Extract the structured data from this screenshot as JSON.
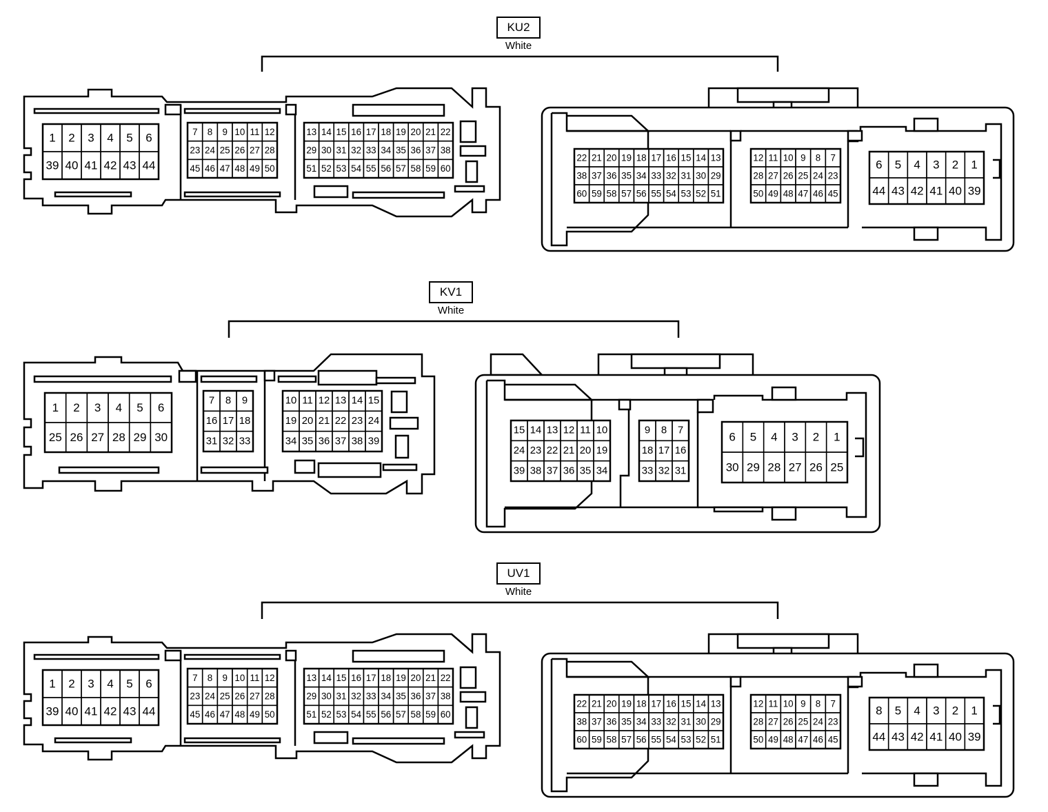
{
  "connectors": [
    {
      "id": "KU2",
      "color": "White",
      "male": [
        {
          "cols": 6,
          "rows": [
            [
              "1",
              "2",
              "3",
              "4",
              "5",
              "6"
            ],
            [
              "39",
              "40",
              "41",
              "42",
              "43",
              "44"
            ]
          ]
        },
        {
          "cols": 6,
          "rows": [
            [
              "7",
              "8",
              "9",
              "10",
              "11",
              "12"
            ],
            [
              "23",
              "24",
              "25",
              "26",
              "27",
              "28"
            ],
            [
              "45",
              "46",
              "47",
              "48",
              "49",
              "50"
            ]
          ]
        },
        {
          "cols": 10,
          "rows": [
            [
              "13",
              "14",
              "15",
              "16",
              "17",
              "18",
              "19",
              "20",
              "21",
              "22"
            ],
            [
              "29",
              "30",
              "31",
              "32",
              "33",
              "34",
              "35",
              "36",
              "37",
              "38"
            ],
            [
              "51",
              "52",
              "53",
              "54",
              "55",
              "56",
              "57",
              "58",
              "59",
              "60"
            ]
          ]
        }
      ],
      "female": [
        {
          "cols": 10,
          "rows": [
            [
              "22",
              "21",
              "20",
              "19",
              "18",
              "17",
              "16",
              "15",
              "14",
              "13"
            ],
            [
              "38",
              "37",
              "36",
              "35",
              "34",
              "33",
              "32",
              "31",
              "30",
              "29"
            ],
            [
              "60",
              "59",
              "58",
              "57",
              "56",
              "55",
              "54",
              "53",
              "52",
              "51"
            ]
          ]
        },
        {
          "cols": 6,
          "rows": [
            [
              "12",
              "11",
              "10",
              "9",
              "8",
              "7"
            ],
            [
              "28",
              "27",
              "26",
              "25",
              "24",
              "23"
            ],
            [
              "50",
              "49",
              "48",
              "47",
              "46",
              "45"
            ]
          ]
        },
        {
          "cols": 6,
          "rows": [
            [
              "6",
              "5",
              "4",
              "3",
              "2",
              "1"
            ],
            [
              "44",
              "43",
              "42",
              "41",
              "40",
              "39"
            ]
          ]
        }
      ]
    },
    {
      "id": "KV1",
      "color": "White",
      "male": [
        {
          "cols": 6,
          "rows": [
            [
              "1",
              "2",
              "3",
              "4",
              "5",
              "6"
            ],
            [
              "25",
              "26",
              "27",
              "28",
              "29",
              "30"
            ]
          ]
        },
        {
          "cols": 3,
          "rows": [
            [
              "7",
              "8",
              "9"
            ],
            [
              "16",
              "17",
              "18"
            ],
            [
              "31",
              "32",
              "33"
            ]
          ]
        },
        {
          "cols": 6,
          "rows": [
            [
              "10",
              "11",
              "12",
              "13",
              "14",
              "15"
            ],
            [
              "19",
              "20",
              "21",
              "22",
              "23",
              "24"
            ],
            [
              "34",
              "35",
              "36",
              "37",
              "38",
              "39"
            ]
          ]
        }
      ],
      "female": [
        {
          "cols": 6,
          "rows": [
            [
              "15",
              "14",
              "13",
              "12",
              "11",
              "10"
            ],
            [
              "24",
              "23",
              "22",
              "21",
              "20",
              "19"
            ],
            [
              "39",
              "38",
              "37",
              "36",
              "35",
              "34"
            ]
          ]
        },
        {
          "cols": 3,
          "rows": [
            [
              "9",
              "8",
              "7"
            ],
            [
              "18",
              "17",
              "16"
            ],
            [
              "33",
              "32",
              "31"
            ]
          ]
        },
        {
          "cols": 6,
          "rows": [
            [
              "6",
              "5",
              "4",
              "3",
              "2",
              "1"
            ],
            [
              "30",
              "29",
              "28",
              "27",
              "26",
              "25"
            ]
          ]
        }
      ]
    },
    {
      "id": "UV1",
      "color": "White",
      "male": [
        {
          "cols": 6,
          "rows": [
            [
              "1",
              "2",
              "3",
              "4",
              "5",
              "6"
            ],
            [
              "39",
              "40",
              "41",
              "42",
              "43",
              "44"
            ]
          ]
        },
        {
          "cols": 6,
          "rows": [
            [
              "7",
              "8",
              "9",
              "10",
              "11",
              "12"
            ],
            [
              "23",
              "24",
              "25",
              "26",
              "27",
              "28"
            ],
            [
              "45",
              "46",
              "47",
              "48",
              "49",
              "50"
            ]
          ]
        },
        {
          "cols": 10,
          "rows": [
            [
              "13",
              "14",
              "15",
              "16",
              "17",
              "18",
              "19",
              "20",
              "21",
              "22"
            ],
            [
              "29",
              "30",
              "31",
              "32",
              "33",
              "34",
              "35",
              "36",
              "37",
              "38"
            ],
            [
              "51",
              "52",
              "53",
              "54",
              "55",
              "56",
              "57",
              "58",
              "59",
              "60"
            ]
          ]
        }
      ],
      "female": [
        {
          "cols": 10,
          "rows": [
            [
              "22",
              "21",
              "20",
              "19",
              "18",
              "17",
              "16",
              "15",
              "14",
              "13"
            ],
            [
              "38",
              "37",
              "36",
              "35",
              "34",
              "33",
              "32",
              "31",
              "30",
              "29"
            ],
            [
              "60",
              "59",
              "58",
              "57",
              "56",
              "55",
              "54",
              "53",
              "52",
              "51"
            ]
          ]
        },
        {
          "cols": 6,
          "rows": [
            [
              "12",
              "11",
              "10",
              "9",
              "8",
              "7"
            ],
            [
              "28",
              "27",
              "26",
              "25",
              "24",
              "23"
            ],
            [
              "50",
              "49",
              "48",
              "47",
              "46",
              "45"
            ]
          ]
        },
        {
          "cols": 6,
          "rows": [
            [
              "8",
              "5",
              "4",
              "3",
              "2",
              "1"
            ],
            [
              "44",
              "43",
              "42",
              "41",
              "40",
              "39"
            ]
          ]
        }
      ]
    }
  ]
}
